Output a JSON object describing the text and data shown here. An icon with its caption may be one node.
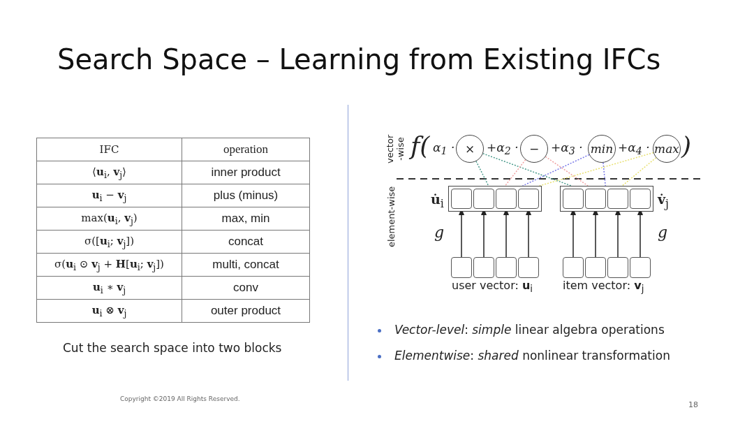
{
  "diagram": {
    "title": "Search Space – Learning from Existing IFCs",
    "nodes": [
      {
        "text": [
          "×"
        ]
      },
      {
        "text": [
          "−"
        ]
      },
      {
        "text": [
          "min"
        ]
      },
      {
        "text": [
          "max"
        ]
      },
      {
        "text": [],
        "shape": "box",
        "beside": [
          "**u̇**$_{i}$"
        ]
      },
      {
        "text": [],
        "shape": "box",
        "in": 4
      },
      {
        "text": [],
        "shape": "box",
        "in": 4
      },
      {
        "text": [],
        "shape": "box",
        "in": 4
      },
      {
        "text": [],
        "shape": "box",
        "in": 4
      },
      {
        "text": [],
        "shape": "box",
        "beside": [
          "**v̇**$_{j}$"
        ]
      },
      {
        "text": [],
        "shape": "box",
        "in": 9
      },
      {
        "text": [],
        "shape": "box",
        "in": 9
      },
      {
        "text": [],
        "shape": "box",
        "in": 9
      },
      {
        "text": [],
        "shape": "box",
        "in": 9
      },
      {
        "text": [],
        "shape": "box"
      },
      {
        "text": [],
        "shape": "box"
      },
      {
        "text": [],
        "shape": "box"
      },
      {
        "text": [],
        "shape": "box"
      },
      {
        "text": [],
        "shape": "box"
      },
      {
        "text": [],
        "shape": "box"
      },
      {
        "text": [],
        "shape": "box"
      },
      {
        "text": [],
        "shape": "box"
      }
    ],
    "edges": [
      {
        "from": 0,
        "to": 4,
        "arrow": "none",
        "style": "dashed",
        "color": "#4a9a8c"
      },
      {
        "from": 0,
        "to": 9,
        "arrow": "none",
        "style": "dashed",
        "color": "#4a9a8c"
      },
      {
        "from": 1,
        "to": 4,
        "arrow": "none",
        "style": "dashed",
        "color": "#f0a0a0"
      },
      {
        "from": 1,
        "to": 9,
        "arrow": "none",
        "style": "dashed",
        "color": "#f0a0a0"
      },
      {
        "from": 2,
        "to": 4,
        "arrow": "none",
        "style": "dashed",
        "color": "#7878e8"
      },
      {
        "from": 2,
        "to": 9,
        "arrow": "none",
        "style": "dashed",
        "color": "#7878e8"
      },
      {
        "from": 3,
        "to": 4,
        "arrow": "none",
        "style": "dashed",
        "color": "#e8e070"
      },
      {
        "from": 3,
        "to": 9,
        "arrow": "none",
        "style": "dashed",
        "color": "#e8e070"
      },
      {
        "from": 14,
        "to": 5,
        "arrow": "to"
      },
      {
        "from": 15,
        "to": 6,
        "arrow": "to"
      },
      {
        "from": 16,
        "to": 7,
        "arrow": "to"
      },
      {
        "from": 17,
        "to": 8,
        "arrow": "to"
      },
      {
        "from": 18,
        "to": 10,
        "arrow": "to"
      },
      {
        "from": 19,
        "to": 11,
        "arrow": "to"
      },
      {
        "from": 20,
        "to": 12,
        "arrow": "to"
      },
      {
        "from": 21,
        "to": 13,
        "arrow": "to"
      }
    ],
    "labels": [
      "IFC",
      "operation",
      "⟨**u**$_{i}$, **v**$_{j}$⟩",
      "inner product",
      "**u**$_{i}$ − **v**$_{j}$",
      "plus (minus)",
      "max(**u**$_{i}$, **v**$_{j}$)",
      "max, min",
      "σ([**u**$_{i}$; **v**$_{j}$])",
      "concat",
      "σ(**u**$_{i}$ ⊙ **v**$_{j}$ + **H**[**u**$_{i}$; **v**$_{j}$])",
      "multi, concat",
      "**u**$_{i}$ ∗ **v**$_{j}$",
      "conv",
      "**u**$_{i}$ ⊗ **v**$_{j}$",
      "outer product",
      "Cut the search space into two blocks",
      "vector -wise",
      "f(",
      "α$_{1}$ ·",
      "+α$_{2}$ ·",
      "+α$_{3}$ ·",
      "+α$_{4}$ ·",
      ")",
      "element-wise",
      "g",
      "g",
      "user vector: **u**$_{i}$",
      "item vector: **v**$_{j}$",
      "*Vector-level*: *simple* linear algebra operations",
      "*Elementwise*: *shared* nonlinear transformation",
      "Copyright ©2019 All Rights Reserved.",
      "18"
    ]
  }
}
